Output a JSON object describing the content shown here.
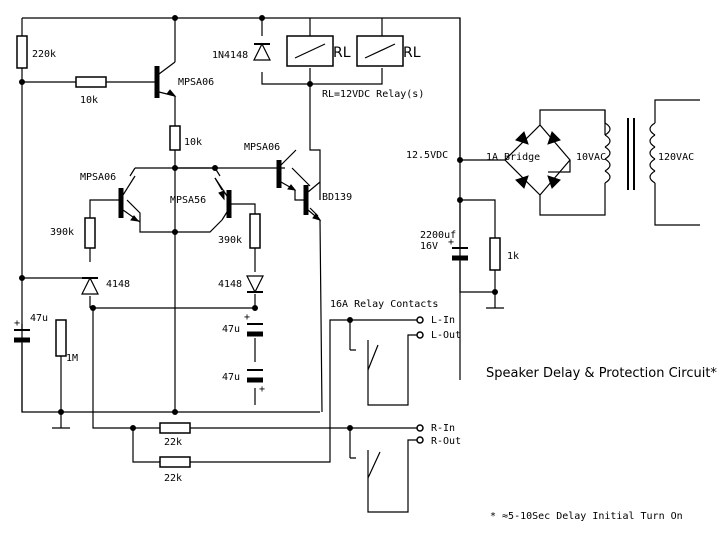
{
  "labels": {
    "r_220k": "220k",
    "r_10k_base": "10k",
    "r_10k_col": "10k",
    "q1": "MPSA06",
    "q2": "MPSA06",
    "q3": "MPSA56",
    "q4": "MPSA06",
    "q5": "BD139",
    "d_1n4148": "1N4148",
    "rl1": "RL",
    "rl2": "RL",
    "relay_note": "RL=12VDC Relay(s)",
    "r_390k_left": "390k",
    "r_390k_right": "390k",
    "d_4148_left": "4148",
    "d_4148_right": "4148",
    "c_47u_left": "47u",
    "r_1m": "1M",
    "c_47u_mid1": "47u",
    "c_47u_mid2": "47u",
    "r_22k_a": "22k",
    "r_22k_b": "22k",
    "relay_contacts": "16A Relay Contacts",
    "l_in": "L-In",
    "l_out": "L-Out",
    "r_in": "R-In",
    "r_out": "R-Out",
    "v_12_5": "12.5VDC",
    "bridge": "1A Bridge",
    "v_10ac": "10VAC",
    "v_120ac": "120VAC",
    "c_2200_a": "2200uf",
    "c_2200_b": "16V",
    "r_1k": "1k",
    "title": "Speaker Delay & Protection Circuit*",
    "footnote": "* ≈5-10Sec Delay Initial Turn On"
  }
}
